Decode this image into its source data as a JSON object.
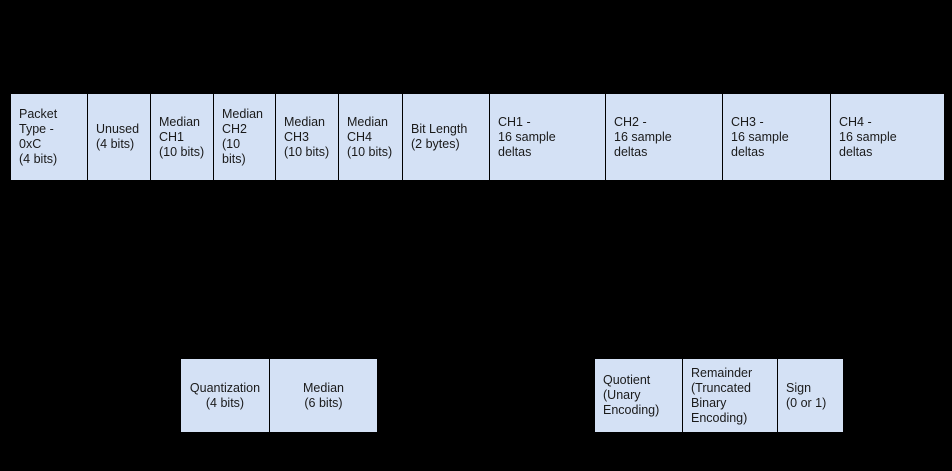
{
  "diagram": {
    "background_color": "#000000",
    "box_fill_color": "#d4e1f5",
    "box_border_color": "#000000",
    "text_color": "#1a1a1a"
  },
  "packet_row": {
    "name": "packet-structure",
    "fields": [
      {
        "label": "Packet\nType -\n0xC\n(4 bits)",
        "width": 78
      },
      {
        "label": "Unused\n(4 bits)",
        "width": 64
      },
      {
        "label": "Median\nCH1\n(10 bits)",
        "width": 64
      },
      {
        "label": "Median\nCH2\n(10 bits)",
        "width": 63
      },
      {
        "label": "Median\nCH3\n(10 bits)",
        "width": 64
      },
      {
        "label": "Median\nCH4\n(10 bits)",
        "width": 65
      },
      {
        "label": "Bit Length\n(2 bytes)",
        "width": 88
      },
      {
        "label": "CH1 -\n16 sample\ndeltas",
        "width": 117
      },
      {
        "label": "CH2 -\n16 sample\ndeltas",
        "width": 118
      },
      {
        "label": "CH3 -\n16 sample\ndeltas",
        "width": 109
      },
      {
        "label": "CH4 -\n16 sample\ndeltas",
        "width": 115
      }
    ]
  },
  "median_row": {
    "name": "median-field-breakdown",
    "fields": [
      {
        "label": "Quantization\n(4 bits)",
        "width": 90
      },
      {
        "label": "Median\n(6 bits)",
        "width": 109
      }
    ]
  },
  "delta_row": {
    "name": "delta-encoding-breakdown",
    "fields": [
      {
        "label": "Quotient\n(Unary\nEncoding)",
        "width": 89
      },
      {
        "label": "Remainder\n(Truncated\nBinary\nEncoding)",
        "width": 96
      },
      {
        "label": "Sign\n(0 or 1)",
        "width": 67
      }
    ]
  }
}
